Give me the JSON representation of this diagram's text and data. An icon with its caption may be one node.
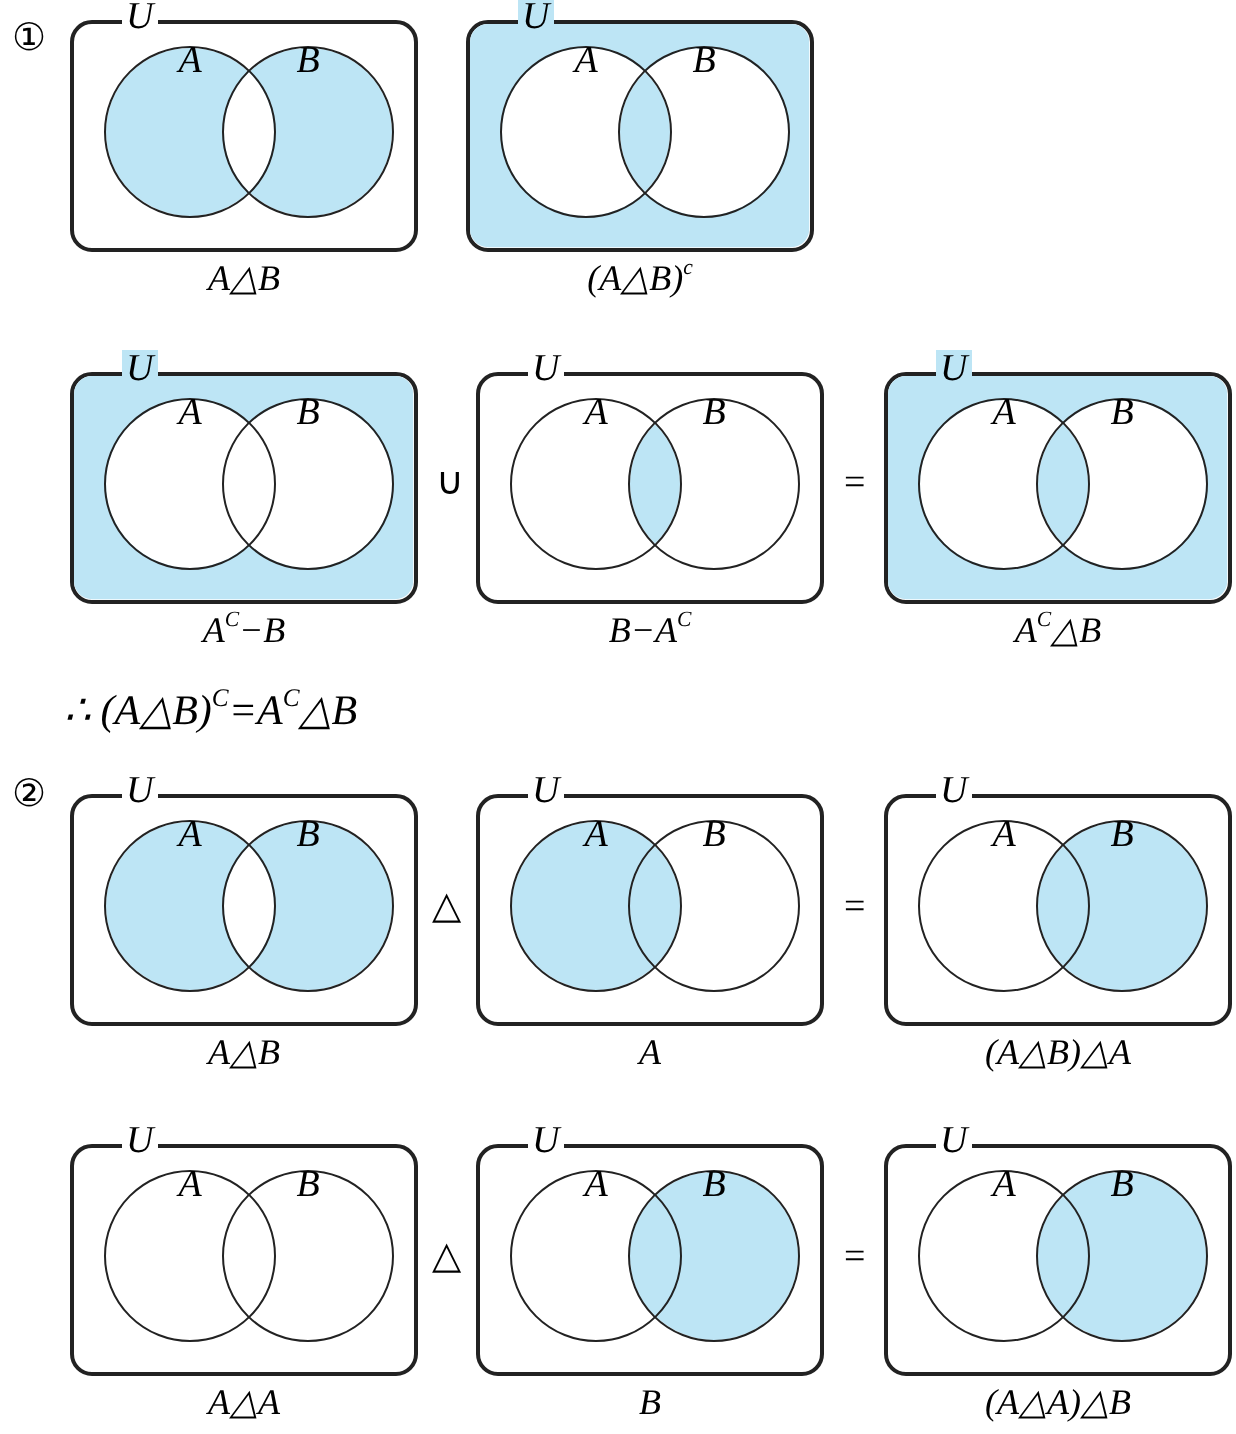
{
  "diagram": {
    "nodes": [
      {
        "text": [
          "U"
        ],
        "beside": [
          "A△B"
        ]
      },
      {
        "text": [
          "A"
        ],
        "in": 0
      },
      {
        "text": [
          "B"
        ],
        "in": 0
      },
      {
        "text": [
          "U"
        ],
        "beside": [
          "(A△B)$^{c}$"
        ]
      },
      {
        "text": [
          "A"
        ],
        "in": 3
      },
      {
        "text": [
          "B"
        ],
        "in": 3
      },
      {
        "text": [
          "U"
        ],
        "beside": [
          "A$^{C}$−B"
        ]
      },
      {
        "text": [
          "A"
        ],
        "in": 6
      },
      {
        "text": [
          "B"
        ],
        "in": 6
      },
      {
        "text": [
          "U"
        ],
        "beside": [
          "B−A$^{C}$"
        ]
      },
      {
        "text": [
          "A"
        ],
        "in": 9
      },
      {
        "text": [
          "B"
        ],
        "in": 9
      },
      {
        "text": [
          "U"
        ],
        "beside": [
          "A$^{C}$△B"
        ]
      },
      {
        "text": [
          "A"
        ],
        "in": 12
      },
      {
        "text": [
          "B"
        ],
        "in": 12
      },
      {
        "text": [
          "U"
        ],
        "beside": [
          "A△B"
        ]
      },
      {
        "text": [
          "A"
        ],
        "in": 15
      },
      {
        "text": [
          "B"
        ],
        "in": 15
      },
      {
        "text": [
          "U"
        ],
        "beside": [
          "A"
        ]
      },
      {
        "text": [
          "A"
        ],
        "in": 18
      },
      {
        "text": [
          "B"
        ],
        "in": 18
      },
      {
        "text": [
          "U"
        ],
        "beside": [
          "(A△B)△A"
        ]
      },
      {
        "text": [
          "A"
        ],
        "in": 21
      },
      {
        "text": [
          "B"
        ],
        "in": 21
      },
      {
        "text": [
          "U"
        ],
        "beside": [
          "A△A"
        ]
      },
      {
        "text": [
          "A"
        ],
        "in": 24
      },
      {
        "text": [
          "B"
        ],
        "in": 24
      },
      {
        "text": [
          "U"
        ],
        "beside": [
          "B"
        ]
      },
      {
        "text": [
          "A"
        ],
        "in": 27
      },
      {
        "text": [
          "B"
        ],
        "in": 27
      },
      {
        "text": [
          "U"
        ],
        "beside": [
          "(A△A)△B"
        ]
      },
      {
        "text": [
          "A"
        ],
        "in": 30
      },
      {
        "text": [
          "B"
        ],
        "in": 30
      }
    ],
    "labels": [
      "①",
      "∪",
      "=",
      "∴ (A△B)$^{C}$=A$^{C}$△B",
      "②",
      "△",
      "=",
      "△",
      "="
    ]
  }
}
